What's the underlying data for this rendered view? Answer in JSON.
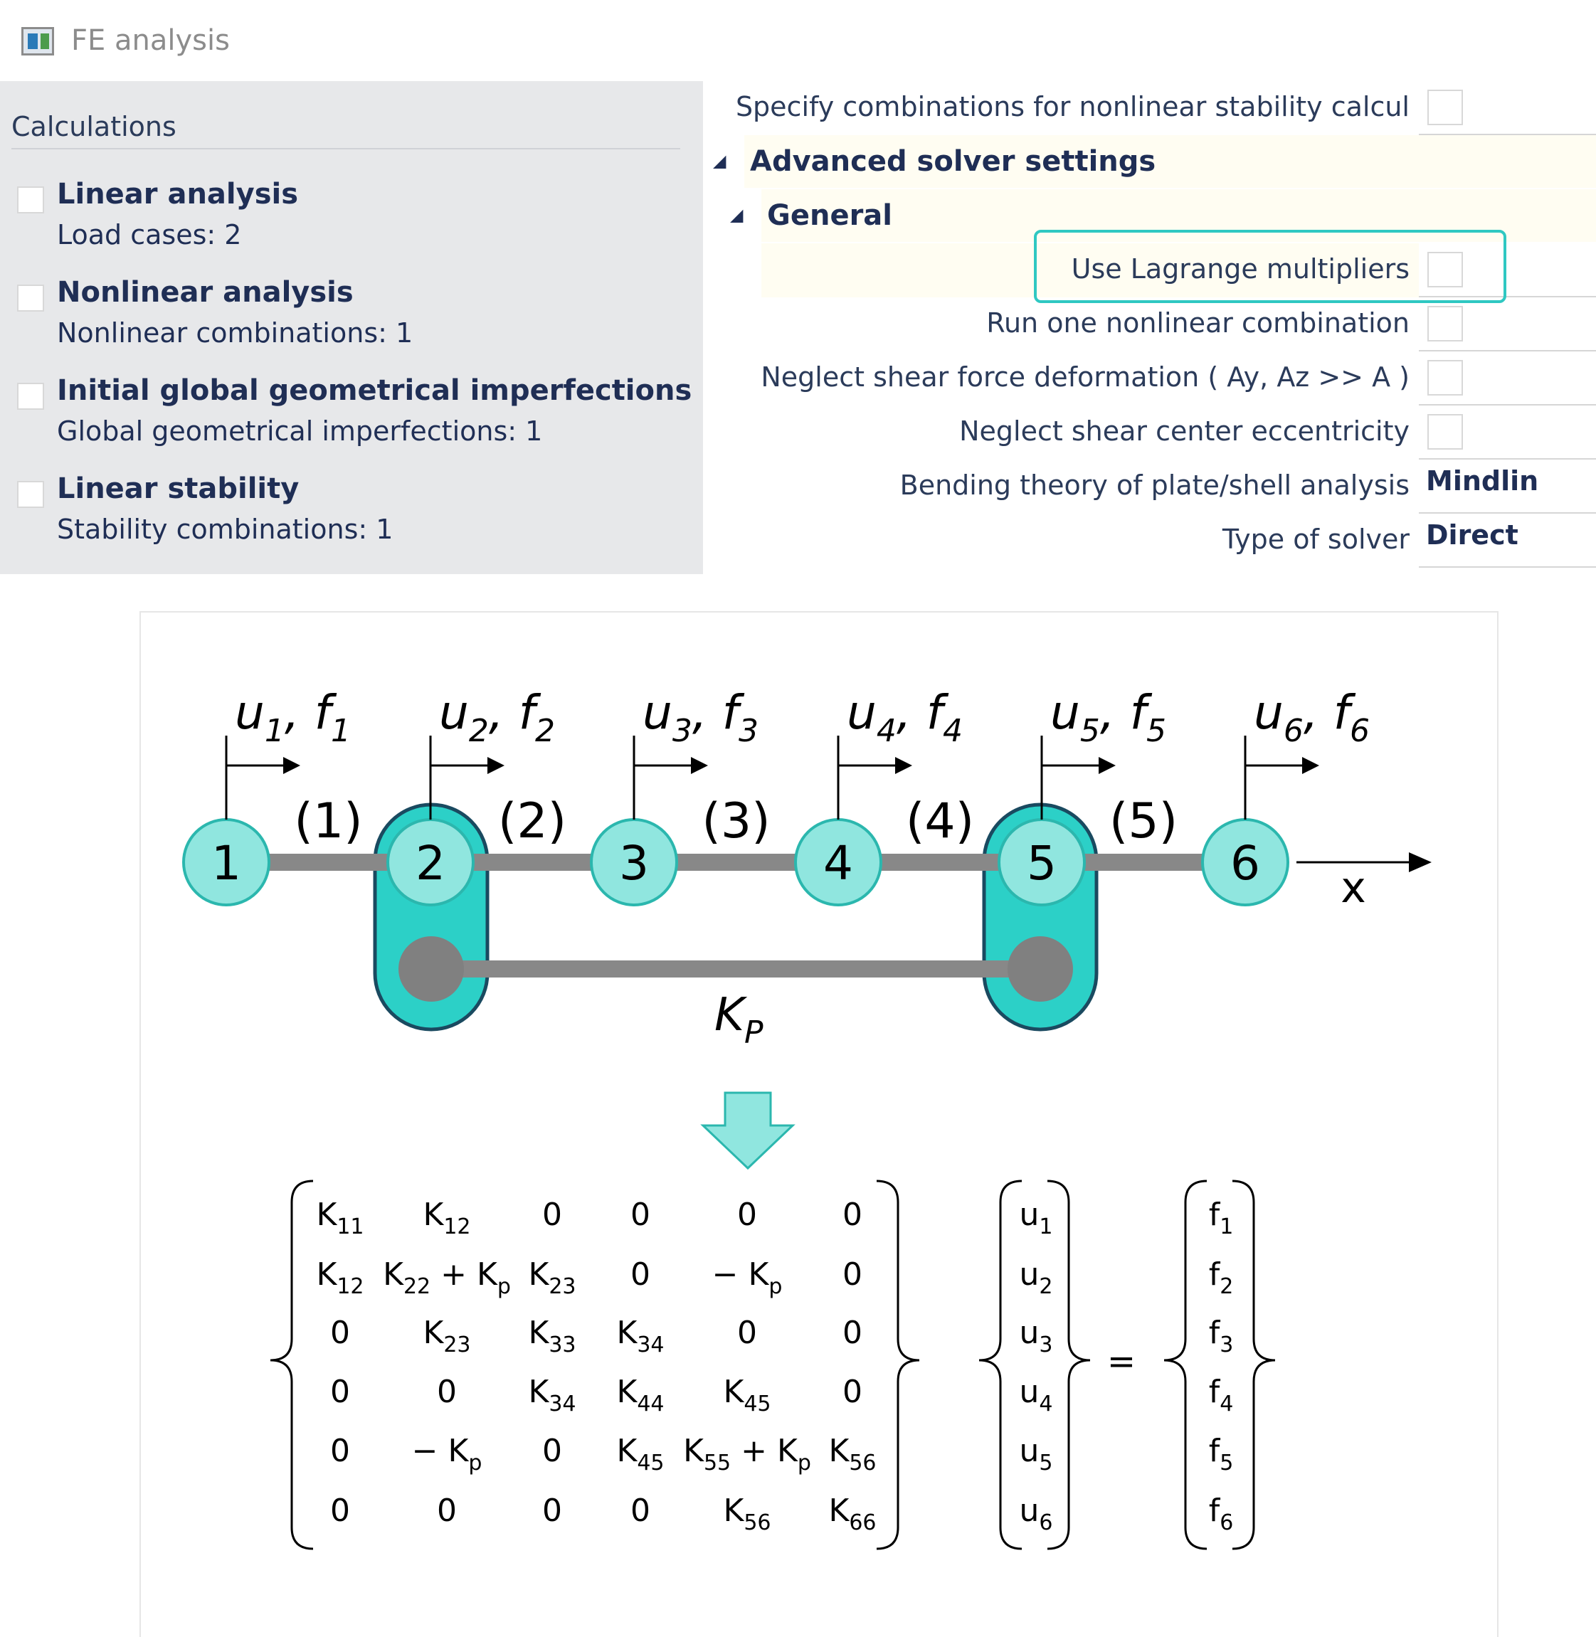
{
  "window": {
    "title": "FE analysis"
  },
  "calculations": {
    "heading": "Calculations",
    "items": [
      {
        "title": "Linear analysis",
        "sub": "Load cases: 2",
        "checked": false
      },
      {
        "title": "Nonlinear analysis",
        "sub": "Nonlinear combinations: 1",
        "checked": false
      },
      {
        "title": "Initial global geometrical imperfections",
        "sub": "Global geometrical imperfections: 1",
        "checked": false
      },
      {
        "title": "Linear stability",
        "sub": "Stability combinations: 1",
        "checked": false
      }
    ]
  },
  "properties": {
    "specify_combinations": "Specify combinations for nonlinear stability calcul",
    "advanced_group": "Advanced solver settings",
    "general_group": "General",
    "lagrange": "Use Lagrange multipliers",
    "run_one": "Run one nonlinear combination",
    "neglect_shear_def": "Neglect shear force deformation ( Ay, Az >> A )",
    "neglect_shear_center": "Neglect shear center eccentricity",
    "bending_theory": {
      "label": "Bending theory of plate/shell analysis",
      "value": "Mindlin"
    },
    "solver_type": {
      "label": "Type of solver",
      "value": "Direct"
    }
  },
  "diagram": {
    "nodes": [
      "1",
      "2",
      "3",
      "4",
      "5",
      "6"
    ],
    "elements": [
      "(1)",
      "(2)",
      "(3)",
      "(4)",
      "(5)"
    ],
    "dofs": [
      {
        "u": "u",
        "f": "f",
        "i": "1"
      },
      {
        "u": "u",
        "f": "f",
        "i": "2"
      },
      {
        "u": "u",
        "f": "f",
        "i": "3"
      },
      {
        "u": "u",
        "f": "f",
        "i": "4"
      },
      {
        "u": "u",
        "f": "f",
        "i": "5"
      },
      {
        "u": "u",
        "f": "f",
        "i": "6"
      }
    ],
    "axis_label": "x",
    "spring": {
      "base": "K",
      "sub": "P"
    },
    "colors": {
      "node": "#90e6df",
      "node_stroke": "#2bb7ae",
      "link": "#2cd0c7",
      "bar": "#888888",
      "arrow": "#90e6df"
    }
  },
  "equation": {
    "matrix": [
      [
        [
          "K",
          "11"
        ],
        [
          "K",
          "12"
        ],
        [
          "0",
          ""
        ],
        [
          "0",
          ""
        ],
        [
          "0",
          ""
        ],
        [
          "0",
          ""
        ]
      ],
      [
        [
          "K",
          "12"
        ],
        [
          "K",
          "22",
          "+ K",
          "p"
        ],
        [
          "K",
          "23"
        ],
        [
          "0",
          ""
        ],
        [
          "− K",
          "p"
        ],
        [
          "0",
          ""
        ]
      ],
      [
        [
          "0",
          ""
        ],
        [
          "K",
          "23"
        ],
        [
          "K",
          "33"
        ],
        [
          "K",
          "34"
        ],
        [
          "0",
          ""
        ],
        [
          "0",
          ""
        ]
      ],
      [
        [
          "0",
          ""
        ],
        [
          "0",
          ""
        ],
        [
          "K",
          "34"
        ],
        [
          "K",
          "44"
        ],
        [
          "K",
          "45"
        ],
        [
          "0",
          ""
        ]
      ],
      [
        [
          "0",
          ""
        ],
        [
          "− K",
          "p"
        ],
        [
          "0",
          ""
        ],
        [
          "K",
          "45"
        ],
        [
          "K",
          "55",
          "+ K",
          "p"
        ],
        [
          "K",
          "56"
        ]
      ],
      [
        [
          "0",
          ""
        ],
        [
          "0",
          ""
        ],
        [
          "0",
          ""
        ],
        [
          "0",
          ""
        ],
        [
          "K",
          "56"
        ],
        [
          "K",
          "66"
        ]
      ]
    ],
    "u_vector": [
      [
        "u",
        "1"
      ],
      [
        "u",
        "2"
      ],
      [
        "u",
        "3"
      ],
      [
        "u",
        "4"
      ],
      [
        "u",
        "5"
      ],
      [
        "u",
        "6"
      ]
    ],
    "equals": "=",
    "f_vector": [
      [
        "f",
        "1"
      ],
      [
        "f",
        "2"
      ],
      [
        "f",
        "3"
      ],
      [
        "f",
        "4"
      ],
      [
        "f",
        "5"
      ],
      [
        "f",
        "6"
      ]
    ]
  }
}
